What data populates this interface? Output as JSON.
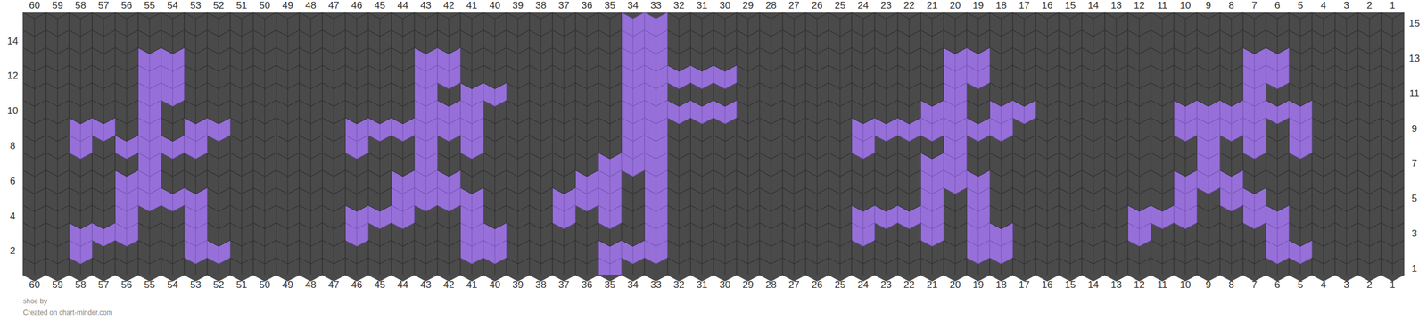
{
  "diagram": {
    "labels": [
      "60",
      "59",
      "58",
      "57",
      "56",
      "55",
      "54",
      "53",
      "52",
      "51",
      "50",
      "49",
      "48",
      "47",
      "46",
      "45",
      "44",
      "43",
      "42",
      "41",
      "40",
      "39",
      "38",
      "37",
      "36",
      "35",
      "34",
      "33",
      "32",
      "31",
      "30",
      "29",
      "28",
      "27",
      "26",
      "25",
      "24",
      "23",
      "22",
      "21",
      "20",
      "19",
      "18",
      "17",
      "16",
      "15",
      "14",
      "13",
      "12",
      "11",
      "10",
      "9",
      "8",
      "7",
      "6",
      "5",
      "4",
      "3",
      "2",
      "1",
      "14",
      "12",
      "10",
      "8",
      "6",
      "4",
      "2",
      "15",
      "13",
      "11",
      "9",
      "7",
      "5",
      "3",
      "1",
      "60",
      "59",
      "58",
      "57",
      "56",
      "55",
      "54",
      "53",
      "52",
      "51",
      "50",
      "49",
      "48",
      "47",
      "46",
      "45",
      "44",
      "43",
      "42",
      "41",
      "40",
      "39",
      "38",
      "37",
      "36",
      "35",
      "34",
      "33",
      "32",
      "31",
      "30",
      "29",
      "28",
      "27",
      "26",
      "25",
      "24",
      "23",
      "22",
      "21",
      "20",
      "19",
      "18",
      "17",
      "16",
      "15",
      "14",
      "13",
      "12",
      "11",
      "10",
      "9",
      "8",
      "7",
      "6",
      "5",
      "4",
      "3",
      "2",
      "1",
      "shoe by",
      "Created on chart-minder.com"
    ]
  }
}
